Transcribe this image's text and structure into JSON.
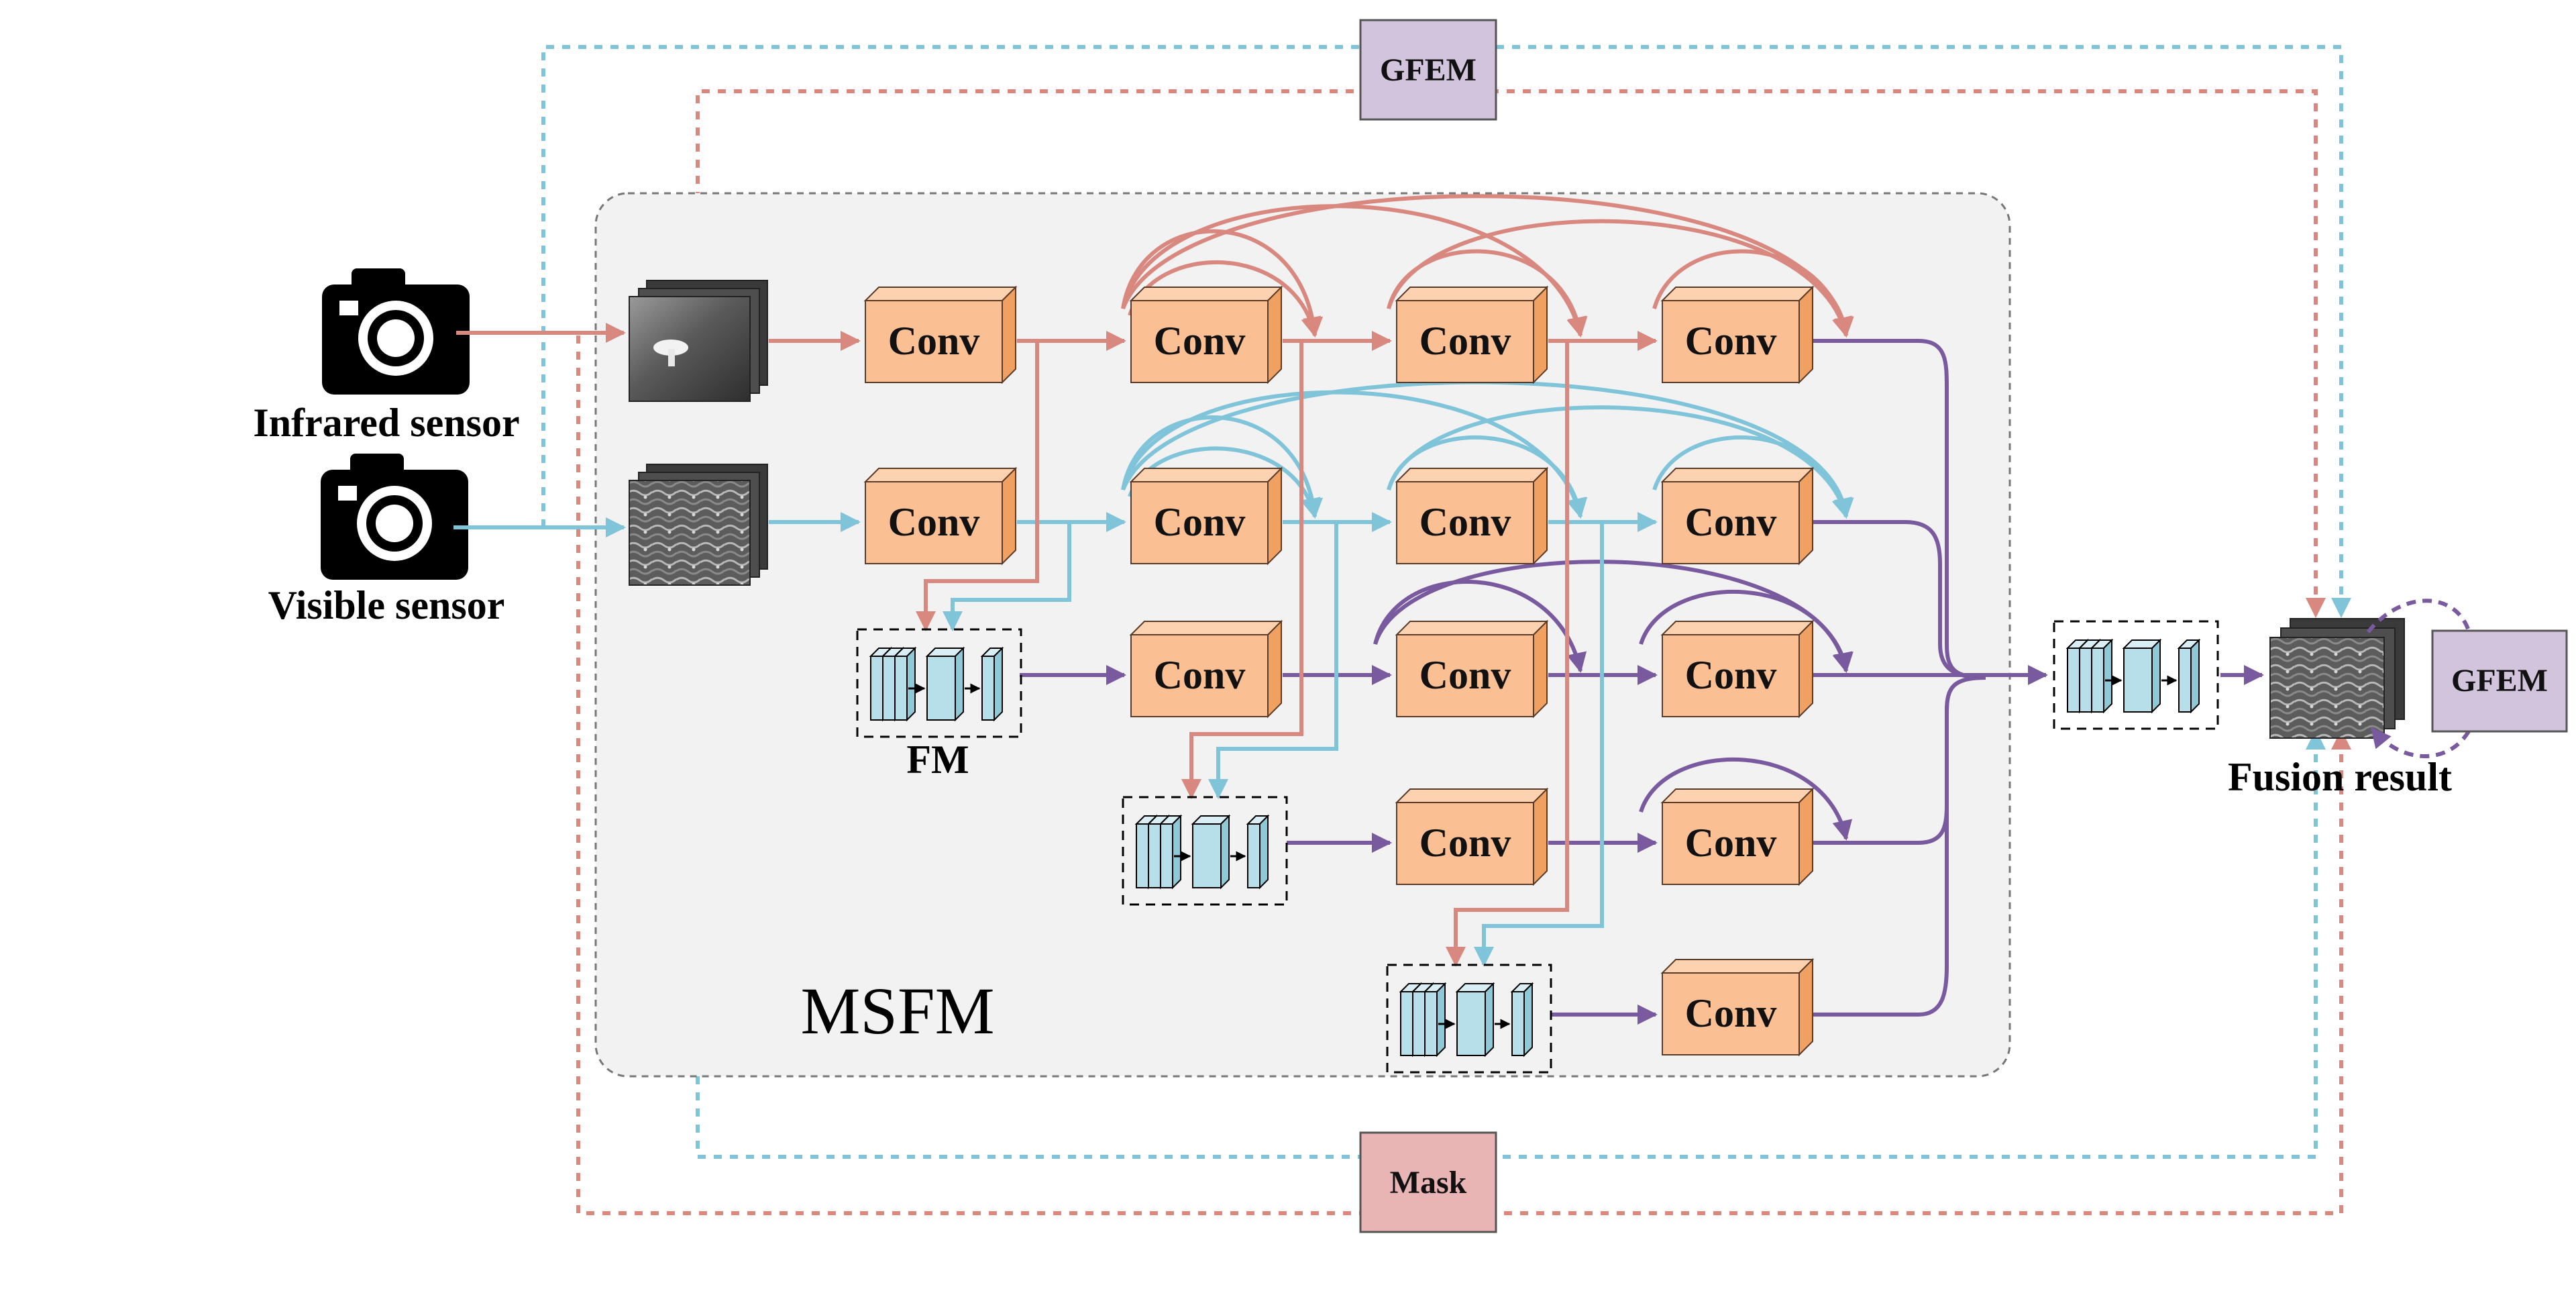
{
  "labels": {
    "infrared": "Infrared sensor",
    "visible": "Visible sensor",
    "fm": "FM",
    "msfm": "MSFM",
    "fusion": "Fusion result",
    "conv": "Conv",
    "gfem_top": "GFEM",
    "gfem_right": "GFEM",
    "mask": "Mask"
  },
  "colors": {
    "infrared": "#d8887e",
    "visible": "#7fc4d8",
    "fusion": "#7a5a9e",
    "conv_front": "#fbbf94",
    "conv_top": "#fdd2b0",
    "conv_side": "#f0a060",
    "gfem_fill": "#d2c4dc",
    "mask_fill": "#e8b4b4",
    "panel_fill": "#f2f2f2",
    "fm_block": "#b7dfea"
  },
  "icons": [
    "camera-icon",
    "feature-block-icon",
    "thermal-image",
    "visible-image",
    "fused-image"
  ]
}
